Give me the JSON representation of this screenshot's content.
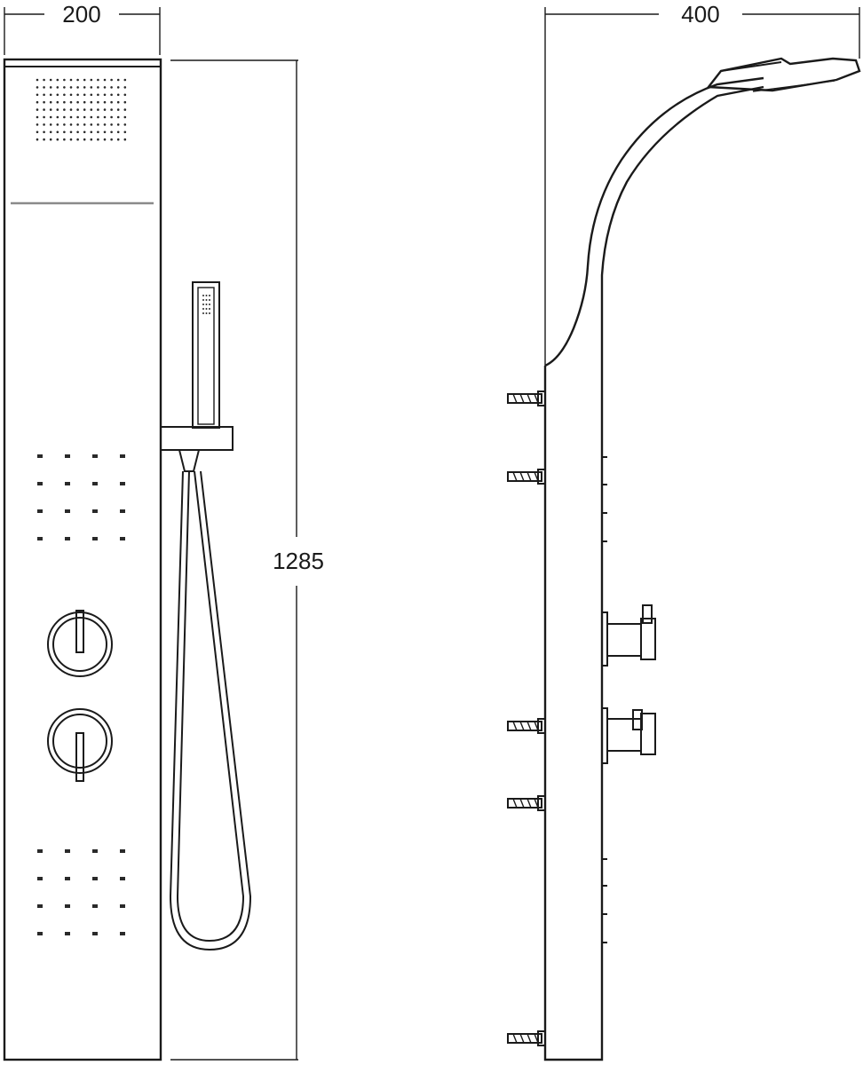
{
  "dimensions": {
    "front_width": "200",
    "height": "1285",
    "side_depth": "400"
  },
  "colors": {
    "line": "#1a1a1a",
    "accent_line": "#8a8a8a",
    "background": "#ffffff"
  }
}
